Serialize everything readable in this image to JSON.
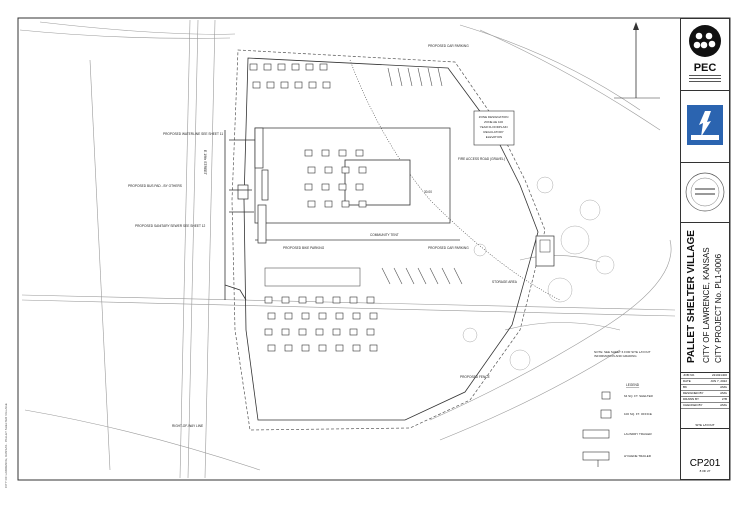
{
  "drawing": {
    "labels": {
      "proposed_car_parking_top": "PROPOSED CAR PARKING",
      "proposed_waterline": "PROPOSED WATERLINE\nSEE SHEET 11",
      "proposed_bus_pad": "PROPOSED BUS PAD - BY OTHERS",
      "proposed_sanitary_sewer": "PROPOSED SANITARY SEWER\nSEE SHEET 12",
      "proposed_bike_parking": "PROPOSED BIKE PARKING",
      "proposed_car_parking_mid": "PROPOSED CAR PARKING",
      "community_tent": "COMMUNITY TENT",
      "fire_access_road": "FIRE ACCESS ROAD (GRAVEL)",
      "storage_area": "STORAGE AREA",
      "proposed_fence": "PROPOSED FENCE",
      "right_of_way": "RIGHT-OF-WAY LINE",
      "flood_zone": "ZONE DESIGNATION\nZONE AE 100\nYEAR FLOODPLAIN\nREGULATORY\nELEVATION",
      "dim_30": "30.00",
      "street": "E 19th STREET",
      "note": "NOTE: SEE SHEET 6 FOR SITE LAYOUT\nINFORMATION AND GRADING"
    },
    "legend": {
      "title": "LEGEND",
      "items": [
        "64 SQ. FT. SHELTER",
        "100 SQ. FT. OFFICE",
        "LAUNDRY TRAILER",
        "HYGIENE TRAILER"
      ]
    }
  },
  "title_block": {
    "firm": "PEC",
    "project_title": "PALLET SHELTER VILLAGE",
    "city_line": "CITY OF LAWRENCE, KANSAS",
    "project_no": "CITY PROJECT No. PL1-0006",
    "fields": [
      {
        "label": "JOB NO.",
        "value": "221021400"
      },
      {
        "label": "DATE",
        "value": "JUN 7, 2022"
      },
      {
        "label": "BK",
        "value": "AMG"
      },
      {
        "label": "DESIGNED BY",
        "value": "AMG"
      },
      {
        "label": "DRAWN BY",
        "value": "LTB"
      },
      {
        "label": "CHECKED BY",
        "value": "AMG"
      }
    ],
    "sheet_desc": "SITE LAYOUT",
    "sheet_no": "CP201",
    "sheet_of": "8 OF 27"
  }
}
